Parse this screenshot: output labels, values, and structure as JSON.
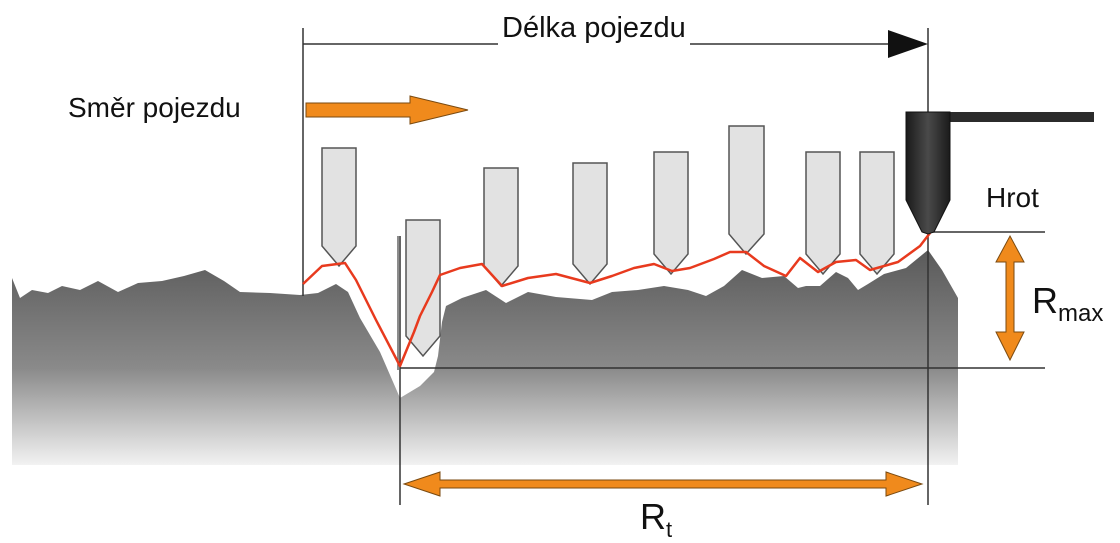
{
  "labels": {
    "travel_length": "Délka pojezdu",
    "travel_direction": "Směr pojezdu",
    "tip": "Hrot",
    "rmax_main": "R",
    "rmax_sub": "max",
    "rt_main": "R",
    "rt_sub": "t"
  },
  "colors": {
    "workpiece_top": "#5e5e5e",
    "workpiece_bottom": "#f0f0f0",
    "profile_trace": "#e83a1e",
    "arrow_orange": "#f08a1c",
    "stylus_fill": "#e2e2e2",
    "stylus_stroke": "#555555",
    "probe_dark": "#2b2b2b",
    "dimension_line": "#222222"
  }
}
